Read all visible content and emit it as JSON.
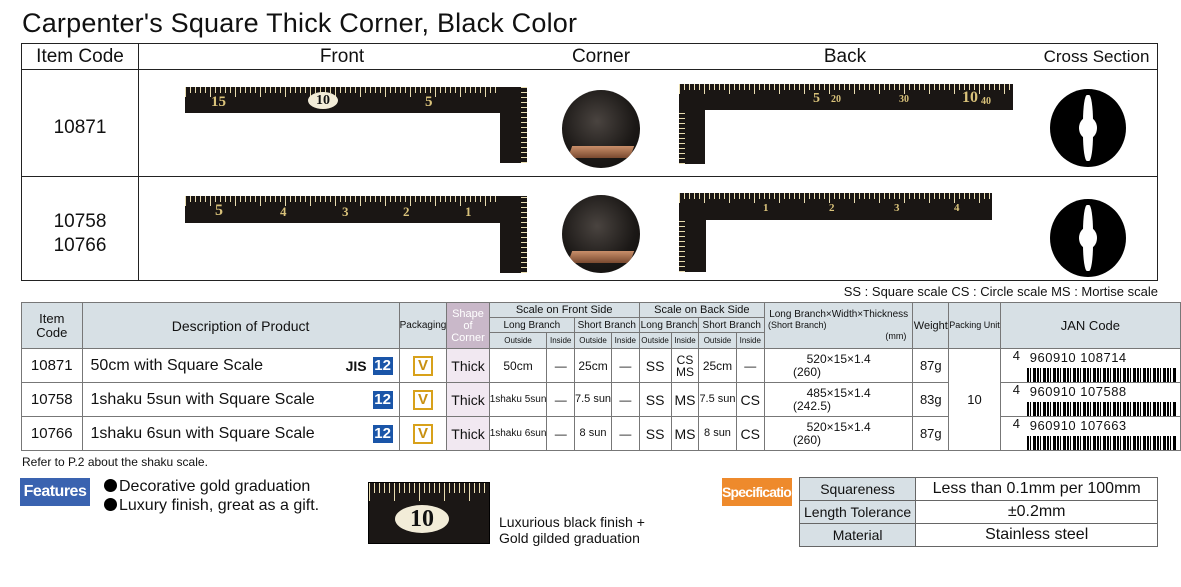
{
  "title": "Carpenter's Square Thick Corner, Black Color",
  "image_table": {
    "headers": {
      "item_code": "Item Code",
      "front": "Front",
      "corner": "Corner",
      "back": "Back",
      "cross_section": "Cross Section"
    },
    "rows": [
      {
        "codes": [
          "10871"
        ],
        "front_marks": [
          "15",
          "10",
          "5"
        ],
        "back_marks": [
          "5",
          "20",
          "30",
          "10",
          "40"
        ]
      },
      {
        "codes": [
          "10758",
          "10766"
        ],
        "front_marks": [
          "5",
          "4",
          "3",
          "2",
          "1"
        ],
        "back_marks": [
          "1",
          "2",
          "3",
          "4"
        ]
      }
    ]
  },
  "legend": "SS : Square scale    CS : Circle scale    MS : Mortise scale",
  "product_table": {
    "headers": {
      "item_code": "Item Code",
      "description": "Description of Product",
      "packaging": "Packaging",
      "shape_of_corner": "Shape of Corner",
      "scale_front": "Scale on Front Side",
      "scale_back": "Scale on Back Side",
      "long_branch": "Long Branch",
      "short_branch": "Short Branch",
      "outside": "Outside",
      "inside": "Inside",
      "dims": "Long Branch×Width×Thickness",
      "dims_sub": "(Short Branch)",
      "dims_unit": "(mm)",
      "weight": "Weight",
      "packing_unit": "Packing Unit",
      "jan": "JAN Code"
    },
    "packing_unit_value": "10",
    "rows": [
      {
        "code": "10871",
        "desc": "50cm with Square Scale",
        "jis": "JIS",
        "badge": "12",
        "pack": "V",
        "shape": "Thick",
        "f_lo": "50cm",
        "f_li": "—",
        "f_so": "25cm",
        "f_si": "—",
        "b_lo": "SS",
        "b_li": "CS MS",
        "b_so": "25cm",
        "b_si": "—",
        "dims": "520×15×1.4",
        "dims2": "(260)",
        "weight": "87g",
        "jan_first": "4",
        "jan_rest": "960910 108714"
      },
      {
        "code": "10758",
        "desc": "1shaku 5sun with Square Scale",
        "jis": "",
        "badge": "12",
        "pack": "V",
        "shape": "Thick",
        "f_lo": "1shaku 5sun",
        "f_li": "—",
        "f_so": "7.5 sun",
        "f_si": "—",
        "b_lo": "SS",
        "b_li": "MS",
        "b_so": "7.5 sun",
        "b_si": "CS",
        "dims": "485×15×1.4",
        "dims2": "(242.5)",
        "weight": "83g",
        "jan_first": "4",
        "jan_rest": "960910 107588"
      },
      {
        "code": "10766",
        "desc": "1shaku 6sun with Square Scale",
        "jis": "",
        "badge": "12",
        "pack": "V",
        "shape": "Thick",
        "f_lo": "1shaku 6sun",
        "f_li": "—",
        "f_so": "8 sun",
        "f_si": "—",
        "b_lo": "SS",
        "b_li": "MS",
        "b_so": "8 sun",
        "b_si": "CS",
        "dims": "520×15×1.4",
        "dims2": "(260)",
        "weight": "87g",
        "jan_first": "4",
        "jan_rest": "960910 107663"
      }
    ]
  },
  "ref_note": "Refer to P.2 about the shaku scale.",
  "features": {
    "tag": "Features",
    "items": [
      "Decorative gold graduation",
      "Luxury finish, great as a gift."
    ],
    "sample_number": "10",
    "finish_lines": [
      "Luxurious black finish +",
      "Gold gilded graduation"
    ]
  },
  "specifications": {
    "tag": "Specifications",
    "rows": [
      {
        "key": "Squareness",
        "value": "Less than 0.1mm per 100mm"
      },
      {
        "key": "Length Tolerance",
        "value": "±0.2mm"
      },
      {
        "key": "Material",
        "value": "Stainless steel"
      }
    ]
  },
  "colors": {
    "blue_badge": "#1a55a8",
    "features_tag": "#3a63b0",
    "spec_tag": "#ee8a2c",
    "header_bg": "#d7e0e5",
    "packaging_icon": "#d8a11a"
  }
}
